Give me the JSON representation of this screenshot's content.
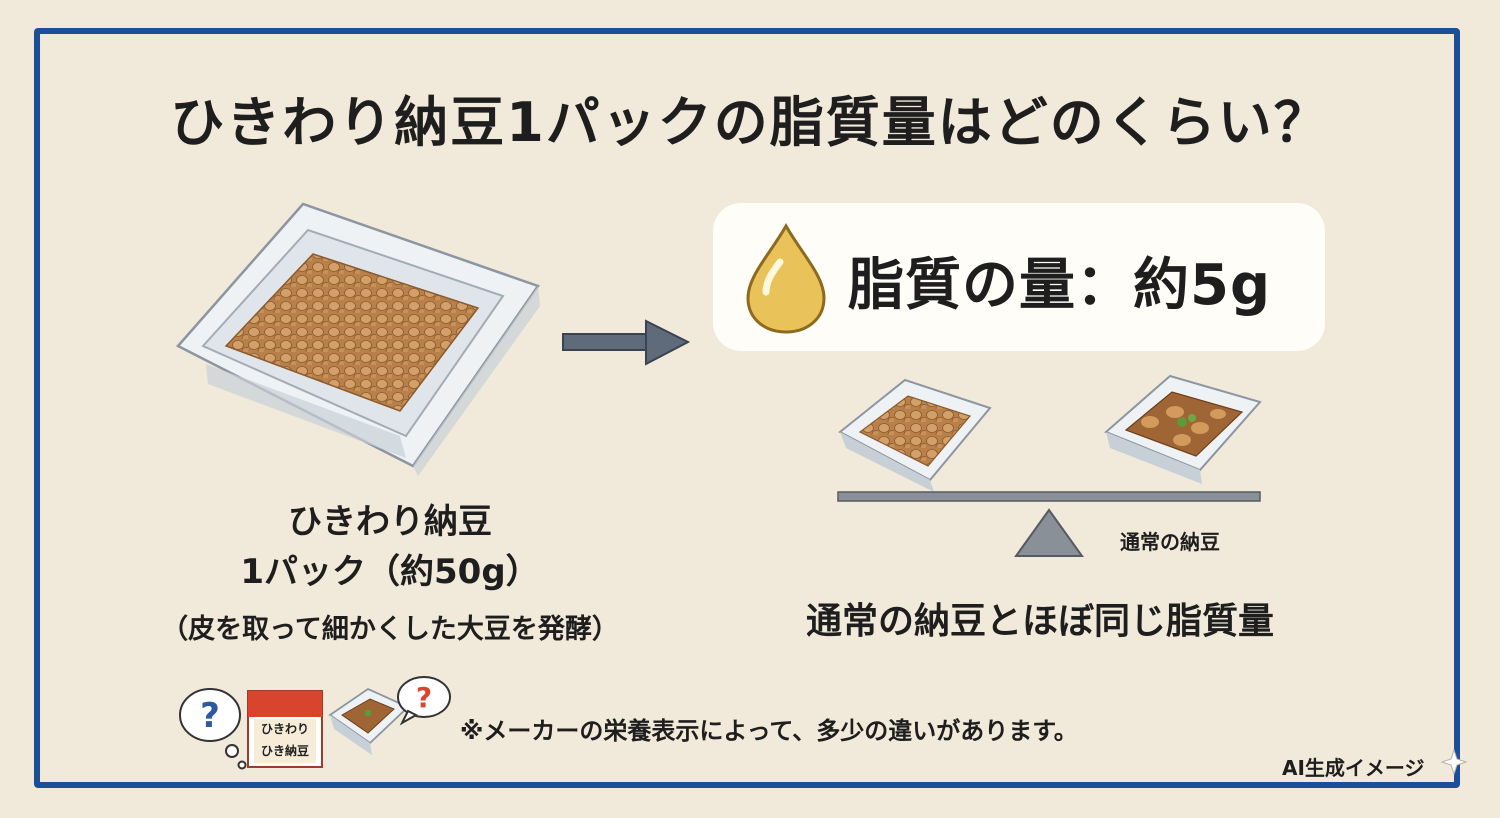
{
  "title": "ひきわり納豆1パックの脂質量はどのくらい？",
  "product": {
    "line1": "ひきわり納豆",
    "line2": "1パック（約50g）",
    "line3": "（皮を取って細かくした大豆を発酵）"
  },
  "fat": {
    "label": "脂質の量：約5g",
    "icon": "oil-drop-icon"
  },
  "comparison": {
    "scale_label": "通常の納豆",
    "text": "通常の納豆とほぼ同じ脂質量"
  },
  "package": {
    "text_top": "ひきわり",
    "text_bottom": "ひき納豆"
  },
  "question_marks": [
    "?",
    "?"
  ],
  "note": "※メーカーの栄養表示によって、多少の違いがあります。",
  "ai_label": "AI生成イメージ",
  "colors": {
    "frame": "#1d4e9a",
    "background": "#f1e9d9",
    "accent_red": "#d8442e"
  }
}
